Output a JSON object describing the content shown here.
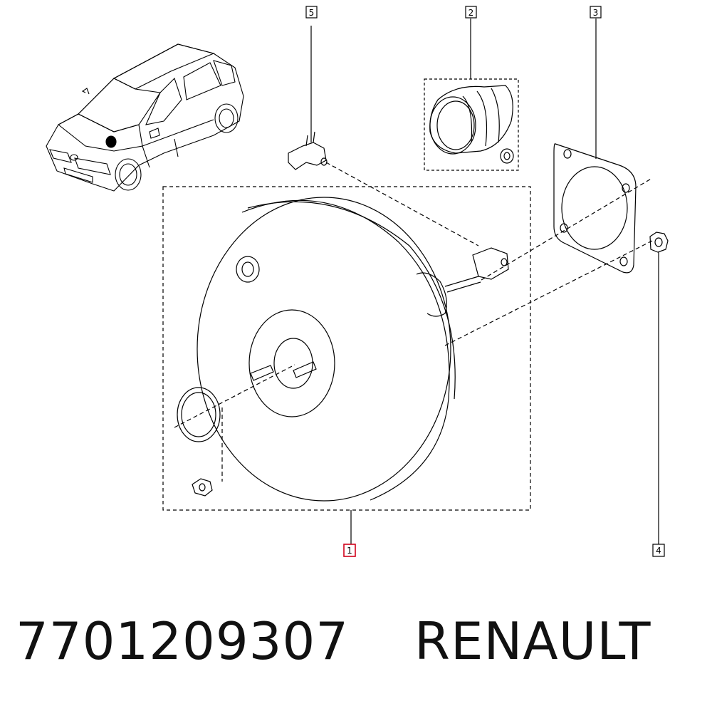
{
  "diagram": {
    "callouts": [
      {
        "id": "5",
        "label": "5",
        "highlighted": false
      },
      {
        "id": "2",
        "label": "2",
        "highlighted": false
      },
      {
        "id": "3",
        "label": "3",
        "highlighted": false
      },
      {
        "id": "1",
        "label": "1",
        "highlighted": true
      },
      {
        "id": "4",
        "label": "4",
        "highlighted": false
      }
    ],
    "colors": {
      "line": "#000000",
      "highlight": "#d0021b"
    }
  },
  "footer": {
    "part_number": "7701209307",
    "brand": "RENAULT"
  }
}
